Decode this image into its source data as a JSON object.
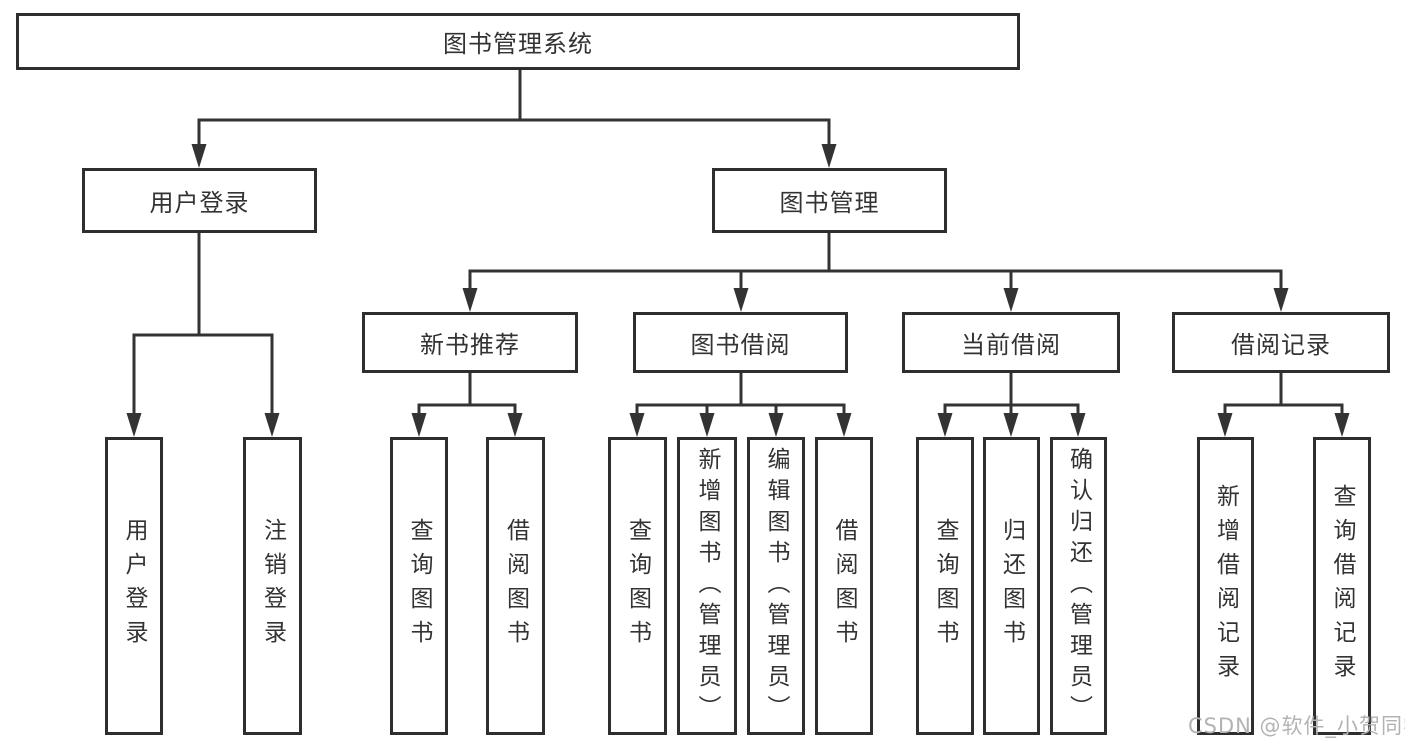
{
  "tree": {
    "root": "图书管理系统",
    "level2": [
      {
        "label": "用户登录"
      },
      {
        "label": "图书管理"
      }
    ],
    "level3": [
      {
        "label": "新书推荐"
      },
      {
        "label": "图书借阅"
      },
      {
        "label": "当前借阅"
      },
      {
        "label": "借阅记录"
      }
    ],
    "leaves": {
      "user_login": [
        "用户登录",
        "注销登录"
      ],
      "new_book_recommend": [
        "查询图书",
        "借阅图书"
      ],
      "book_borrow": [
        "查询图书",
        "新增图书（管理员）",
        "编辑图书（管理员）",
        "借阅图书"
      ],
      "current_borrow": [
        "查询图书",
        "归还图书",
        "确认归还（管理员）"
      ],
      "borrow_records": [
        "新增借阅记录",
        "查询借阅记录"
      ]
    }
  },
  "watermark": {
    "text": "CSDN @软件_小贺同学"
  },
  "colors": {
    "line": "#333333",
    "text": "#333333",
    "background": "#ffffff",
    "watermark": "#b3b3b3"
  }
}
